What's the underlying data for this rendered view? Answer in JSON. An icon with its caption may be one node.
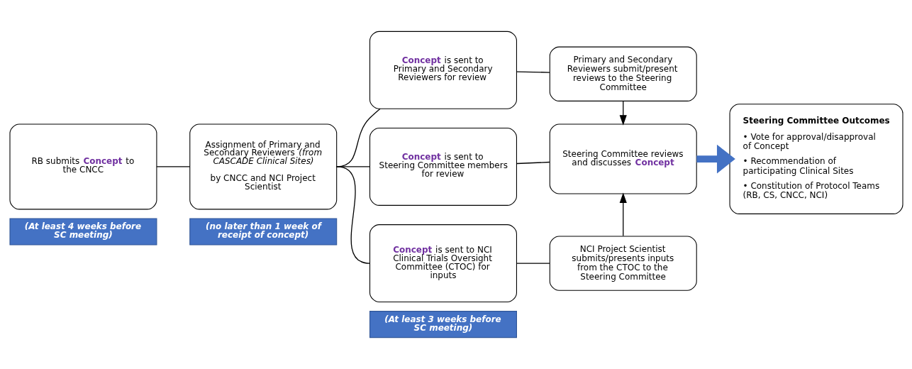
{
  "diagram": {
    "nodes": [
      {
        "text": [
          "RB submits **Concept** to the CNCC"
        ],
        "beside": [
          "(At least 4 weeks before SC meeting)"
        ]
      },
      {
        "text": [
          "Assignment of Primary and Secondary Reviewers *(from CASCADE Clinical Sites)*",
          "by CNCC and NCI Project Scientist"
        ],
        "beside": [
          "(no later than 1 week of receipt of concept)"
        ]
      },
      {
        "text": [
          "**Concept** is sent to Primary and Secondary Reviewers for review"
        ]
      },
      {
        "text": [
          "**Concept** is sent to Steering Committee members for review"
        ]
      },
      {
        "text": [
          "**Concept** is sent to NCI Clinical Trials Oversight Committee (CTOC) for inputs"
        ],
        "beside": [
          "(At least 3 weeks before SC meeting)"
        ]
      },
      {
        "text": [
          "Primary and Secondary Reviewers submit/present reviews to the Steering Committee"
        ]
      },
      {
        "text": [
          "Steering Committee reviews and discusses **Concept**"
        ]
      },
      {
        "text": [
          "NCI Project Scientist submits/presents inputs from the CTOC to the Steering Committee"
        ]
      },
      {
        "text": [
          "Steering Committee Outcomes",
          "• Vote for approval/disapproval of Concept",
          "• Recommendation of participating Clinical Sites",
          "• Constitution of Protocol Teams (RB, CS, CNCC, NCI)"
        ]
      }
    ],
    "edges": [
      {
        "from": 0,
        "to": 1,
        "arrow": "none"
      },
      {
        "from": 1,
        "to": 2,
        "arrow": "none"
      },
      {
        "from": 1,
        "to": 3,
        "arrow": "none"
      },
      {
        "from": 1,
        "to": 4,
        "arrow": "none"
      },
      {
        "from": 2,
        "to": 5,
        "arrow": "none"
      },
      {
        "from": 3,
        "to": 6,
        "arrow": "none"
      },
      {
        "from": 4,
        "to": 7,
        "arrow": "none"
      },
      {
        "from": 5,
        "to": 6,
        "arrow": "to"
      },
      {
        "from": 7,
        "to": 6,
        "arrow": "to"
      },
      {
        "from": 6,
        "to": 8,
        "arrow": "to",
        "style": "thick",
        "color": "#4472c4"
      }
    ]
  }
}
